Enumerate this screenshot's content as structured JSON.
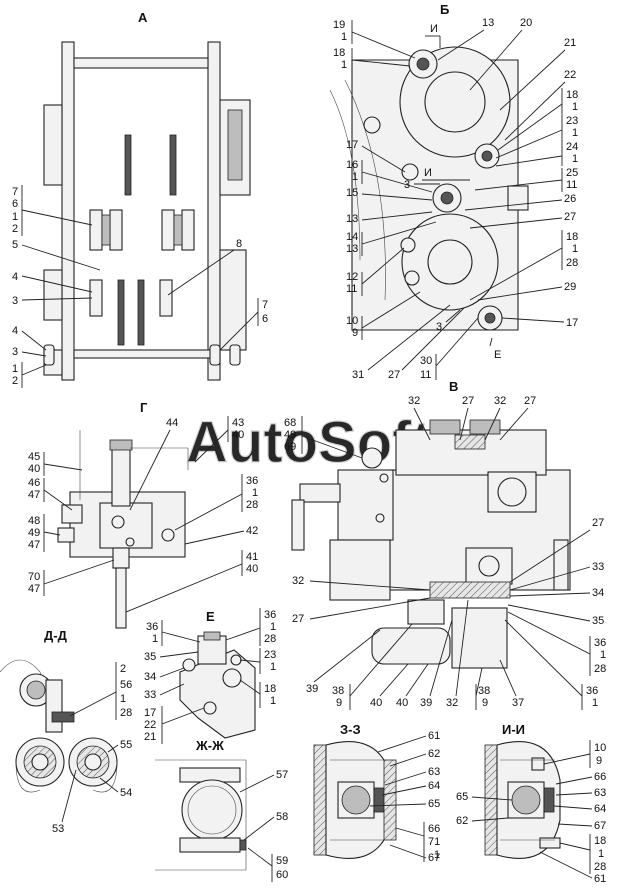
{
  "watermark": "AutoSoft",
  "views": {
    "A": {
      "title": "А",
      "labels": {
        "l7_6": [
          "7",
          "6"
        ],
        "l1_2": [
          "1",
          "2"
        ],
        "l5": "5",
        "l4": "4",
        "l3": "3",
        "l8": "8",
        "r7_6": [
          "7",
          "6"
        ],
        "b4": "4",
        "b3": "3",
        "b1_2": [
          "1",
          "2"
        ]
      }
    },
    "B": {
      "title": "Б",
      "labels": {
        "c19_1": [
          "19",
          "1"
        ],
        "c18_1": [
          "18",
          "1"
        ],
        "i_arrow": "И",
        "n13": "13",
        "n20": "20",
        "n21": "21",
        "n22": "22",
        "r18_1": [
          "18",
          "1"
        ],
        "r23_1": [
          "23",
          "1"
        ],
        "r24_1": [
          "24",
          "1"
        ],
        "r25_11": [
          "25",
          "11"
        ],
        "n17": "17",
        "c16_1": [
          "16",
          "1"
        ],
        "i2": "И",
        "z3": "3",
        "n15": "15",
        "n26": "26",
        "n27": "27",
        "n13b": "13",
        "c14_13": [
          "14",
          "13"
        ],
        "r18_1_28": [
          "18",
          "1",
          "28"
        ],
        "c12_11": [
          "12",
          "11"
        ],
        "n29": "29",
        "c10_9": [
          "10",
          "9"
        ],
        "z3b": "3",
        "n17b": "17",
        "n31": "31",
        "n27b": "27",
        "c30_11": [
          "30",
          "11"
        ],
        "e_arrow": "Е"
      }
    },
    "G": {
      "title": "Г",
      "labels": {
        "n44": "44",
        "c43_40": [
          "43",
          "40"
        ],
        "c45_40": [
          "45",
          "40"
        ],
        "c46_47": [
          "46",
          "47"
        ],
        "r36_1_28": [
          "36",
          "1",
          "28"
        ],
        "n42": "42",
        "c48_49_47": [
          "48",
          "49",
          "47"
        ],
        "r41_40": [
          "41",
          "40"
        ],
        "c70_47": [
          "70",
          "47"
        ]
      }
    },
    "V": {
      "title": "В",
      "labels": {
        "c68_49_69": [
          "68",
          "49",
          "69"
        ],
        "n32a": "32",
        "n27a": "27",
        "n32b": "32",
        "n27b": "27",
        "n27c": "27",
        "n32c": "32",
        "n33": "33",
        "n34": "34",
        "n27d": "27",
        "n35": "35",
        "r36_1_28": [
          "36",
          "1",
          "28"
        ],
        "n39a": "39",
        "c38_9a": [
          "38",
          "9"
        ],
        "n40a": "40",
        "n40b": "40",
        "n39b": "39",
        "n32d": "32",
        "c38_9b": [
          "38",
          "9"
        ],
        "n37": "37",
        "c36_1": [
          "36",
          "1"
        ]
      }
    },
    "E": {
      "title": "Е",
      "labels": {
        "c36_1": [
          "36",
          "1"
        ],
        "r36_1_28": [
          "36",
          "1",
          "28"
        ],
        "n35": "35",
        "r23_1": [
          "23",
          "1"
        ],
        "n34": "34",
        "n33": "33",
        "r18_1": [
          "18",
          "1"
        ],
        "c17_22_21": [
          "17",
          "22",
          "21"
        ]
      }
    },
    "DD": {
      "title": "Д-Д",
      "labels": {
        "c2_56_1_28": [
          "2",
          "56",
          "1",
          "28"
        ],
        "n55": "55",
        "n54": "54",
        "n53": "53"
      }
    },
    "ZhZh": {
      "title": "Ж-Ж",
      "labels": {
        "n57": "57",
        "n58": "58",
        "c59_60": [
          "59",
          "60"
        ]
      }
    },
    "ZZ": {
      "title": "З-З",
      "labels": {
        "n61": "61",
        "n62": "62",
        "n63": "63",
        "n64": "64",
        "n65": "65",
        "c66_71_1": [
          "66",
          "71",
          "1"
        ],
        "n67": "67"
      }
    },
    "II": {
      "title": "И-И",
      "labels": {
        "c10_9": [
          "10",
          "9"
        ],
        "n66": "66",
        "n65": "65",
        "n63": "63",
        "n64": "64",
        "n62": "62",
        "n67": "67",
        "c18_1_28": [
          "18",
          "1",
          "28"
        ],
        "n61": "61"
      }
    }
  }
}
